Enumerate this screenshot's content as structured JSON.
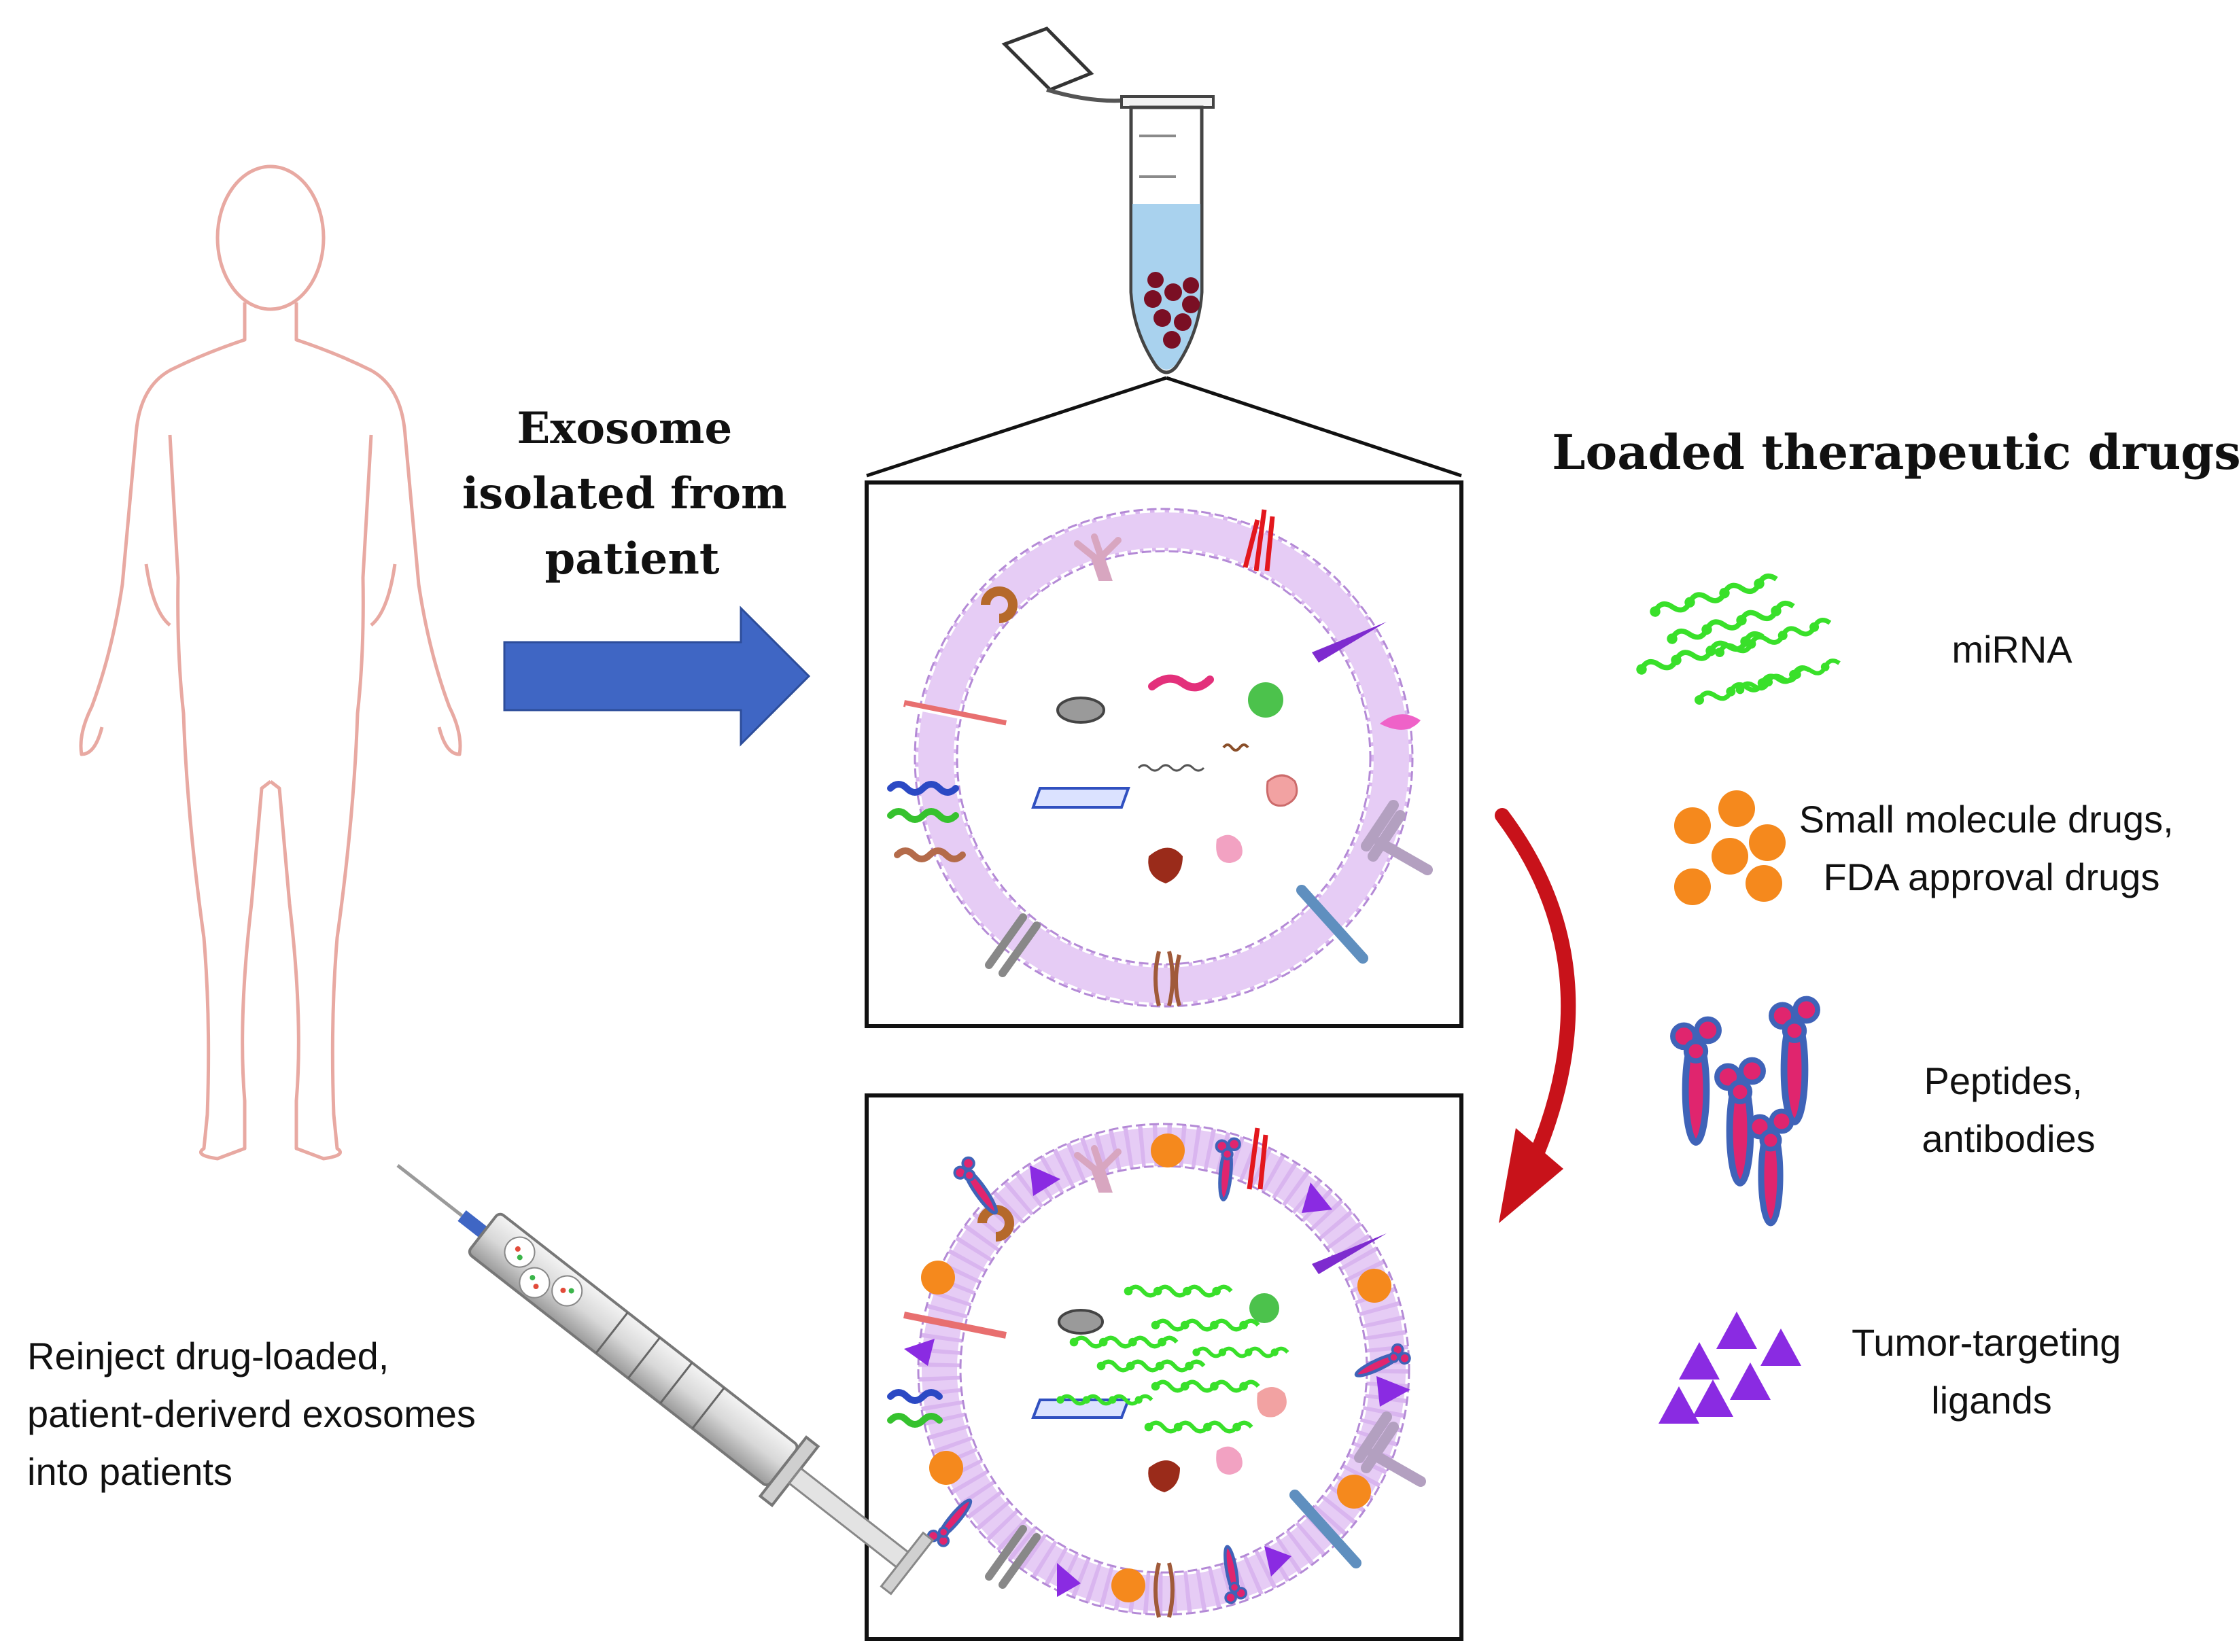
{
  "labels": {
    "step_title_lines": [
      "Exosome",
      "isolated from",
      "patient"
    ],
    "legend_title": "Loaded therapeutic drugs",
    "legend": {
      "mirna": "miRNA",
      "small_molecule_lines": [
        "Small molecule drugs,",
        "FDA approval drugs"
      ],
      "peptides_lines": [
        "Peptides,",
        "antibodies"
      ],
      "tumor_lines": [
        "Tumor-targeting",
        "ligands"
      ]
    },
    "reinject_lines": [
      "Reinject drug-loaded,",
      "patient-deriverd exosomes",
      "into patients"
    ]
  },
  "colors": {
    "body_outline": "#e8a9a2",
    "arrow_blue": "#3f66c4",
    "arrow_red": "#c8121a",
    "membrane": "#d9b5ef",
    "membrane_stroke": "#b48ad6",
    "tube_liquid": "#a9d2ee",
    "exosome_dark": "#7a0f24",
    "mirna_green": "#39e02a",
    "drug_orange": "#f5891d",
    "peptide_blue": "#3f63b8",
    "peptide_pink": "#e0256e",
    "ligand_purple": "#8a2be2"
  },
  "icons": {
    "human_body": "human-body-outline-icon",
    "tube": "microcentrifuge-tube-icon",
    "syringe": "syringe-icon"
  }
}
